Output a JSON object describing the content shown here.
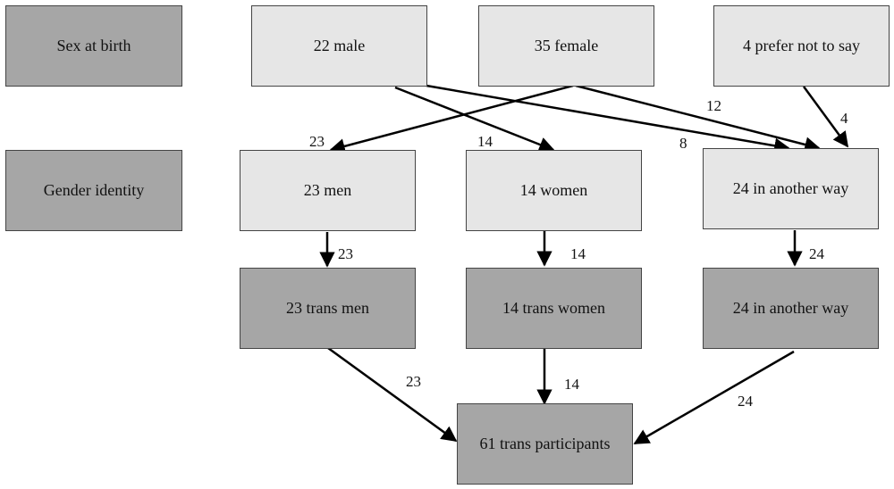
{
  "rows": {
    "sex_at_birth": "Sex at birth",
    "gender_identity": "Gender identity"
  },
  "sex_at_birth": {
    "male": "22 male",
    "female": "35 female",
    "prefer_not": "4 prefer not to say"
  },
  "gender_identity": {
    "men": "23 men",
    "women": "14 women",
    "another": "24 in another way"
  },
  "trans": {
    "men": "23 trans men",
    "women": "14 trans women",
    "another": "24 in another way"
  },
  "total": "61 trans participants",
  "flows": {
    "female_to_men": "23",
    "male_to_women": "14",
    "male_to_another": "8",
    "female_to_another": "12",
    "prefer_to_another": "4",
    "men_to_trans_men": "23",
    "women_to_trans_women": "14",
    "another_to_trans_another": "24",
    "trans_men_to_total": "23",
    "trans_women_to_total": "14",
    "trans_another_to_total": "24"
  }
}
